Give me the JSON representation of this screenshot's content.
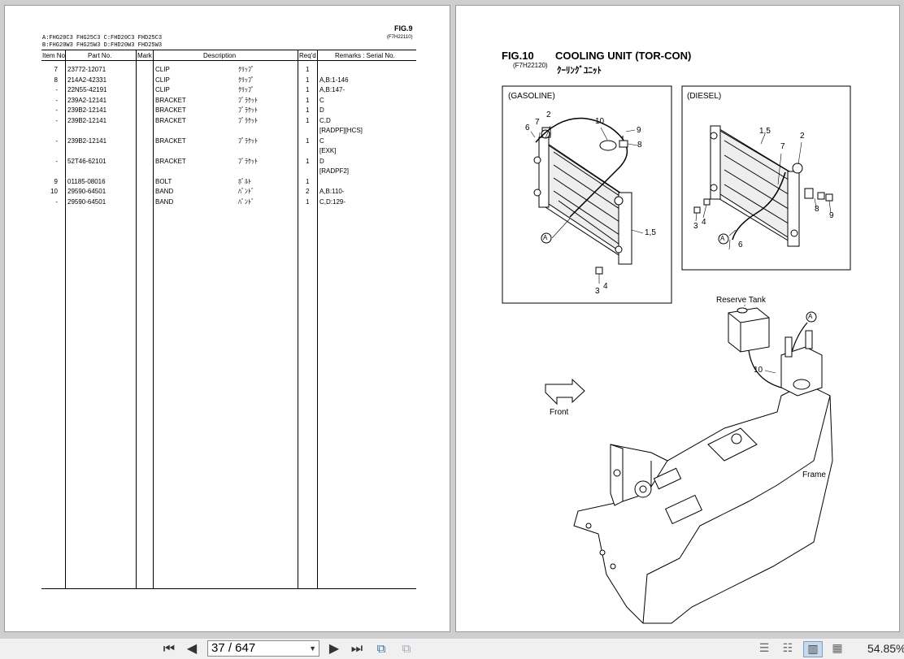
{
  "left_page": {
    "fig_label": "FIG.9",
    "fig_code": "(F7H22110)",
    "models_line1": "A:FHG20C3 FHG25C3 C:FHD20C3 FHD25C3",
    "models_line2": "B:FHG20W3 FHG25W3 D:FHD20W3 FHD25W3",
    "columns": [
      "Item No",
      "Part No.",
      "Mark",
      "Description",
      "Req'd",
      "Remarks : Serial No."
    ],
    "rows": [
      {
        "item": "7",
        "part": "23772-12071",
        "mark": "",
        "desc": "CLIP",
        "desc_jp": "ｸﾘｯﾌﾟ",
        "qty": "1",
        "remarks": ""
      },
      {
        "item": "8",
        "part": "214A2-42331",
        "mark": "",
        "desc": "CLIP",
        "desc_jp": "ｸﾘｯﾌﾟ",
        "qty": "1",
        "remarks": "A,B:1-146"
      },
      {
        "item": "-",
        "part": "22N55-42191",
        "mark": "",
        "desc": "CLIP",
        "desc_jp": "ｸﾘｯﾌﾟ",
        "qty": "1",
        "remarks": "A,B:147-"
      },
      {
        "item": "-",
        "part": "239A2-12141",
        "mark": "",
        "desc": "BRACKET",
        "desc_jp": "ﾌﾞﾗｹｯﾄ",
        "qty": "1",
        "remarks": "C"
      },
      {
        "item": "-",
        "part": "239B2-12141",
        "mark": "",
        "desc": "BRACKET",
        "desc_jp": "ﾌﾞﾗｹｯﾄ",
        "qty": "1",
        "remarks": "D"
      },
      {
        "item": "-",
        "part": "239B2-12141",
        "mark": "",
        "desc": "BRACKET",
        "desc_jp": "ﾌﾞﾗｹｯﾄ",
        "qty": "1",
        "remarks": "C,D",
        "remarks2": "[RADPF][HCS]"
      },
      {
        "item": "-",
        "part": "239B2-12141",
        "mark": "",
        "desc": "BRACKET",
        "desc_jp": "ﾌﾞﾗｹｯﾄ",
        "qty": "1",
        "remarks": "C",
        "remarks2": "[EXK]"
      },
      {
        "item": "-",
        "part": "52T46-62101",
        "mark": "",
        "desc": "BRACKET",
        "desc_jp": "ﾌﾞﾗｹｯﾄ",
        "qty": "1",
        "remarks": "D",
        "remarks2": "[RADPF2]"
      },
      {
        "item": "9",
        "part": "01185-08016",
        "mark": "",
        "desc": "BOLT",
        "desc_jp": "ﾎﾞﾙﾄ",
        "qty": "1",
        "remarks": ""
      },
      {
        "item": "10",
        "part": "29590-64501",
        "mark": "",
        "desc": "BAND",
        "desc_jp": "ﾊﾞﾝﾄﾞ",
        "qty": "2",
        "remarks": "A,B:110-"
      },
      {
        "item": "-",
        "part": "29590-64501",
        "mark": "",
        "desc": "BAND",
        "desc_jp": "ﾊﾞﾝﾄﾞ",
        "qty": "1",
        "remarks": "C,D:129-"
      }
    ]
  },
  "right_page": {
    "fig_label": "FIG.10",
    "fig_title": "COOLING UNIT (TOR-CON)",
    "fig_code": "(F7H22120)",
    "fig_title_jp": "ｸｰﾘﾝｸﾞﾕﾆｯﾄ",
    "gasoline_label": "(GASOLINE)",
    "diesel_label": "(DIESEL)",
    "reserve_tank": "Reserve Tank",
    "front": "Front",
    "frame": "Frame",
    "callouts": {
      "g2": "2",
      "g6": "6",
      "g7": "7",
      "g10": "10",
      "g9": "9",
      "g8": "8",
      "g15": "1,5",
      "gA": "A",
      "g3": "3",
      "g4": "4",
      "d15": "1,5",
      "d2": "2",
      "d7": "7",
      "d8": "8",
      "d9": "9",
      "d3": "3",
      "d4": "4",
      "dA": "A",
      "d6": "6",
      "fA": "A",
      "f10": "10"
    }
  },
  "toolbar": {
    "page_value": "37 / 647",
    "zoom": "54.85%",
    "icons": [
      "first-page-icon",
      "prev-page-icon",
      "next-page-icon",
      "last-page-icon",
      "previous-view-icon",
      "next-view-icon",
      "single-page-view-icon",
      "continuous-view-icon",
      "two-page-view-icon",
      "two-page-continuous-view-icon"
    ]
  }
}
